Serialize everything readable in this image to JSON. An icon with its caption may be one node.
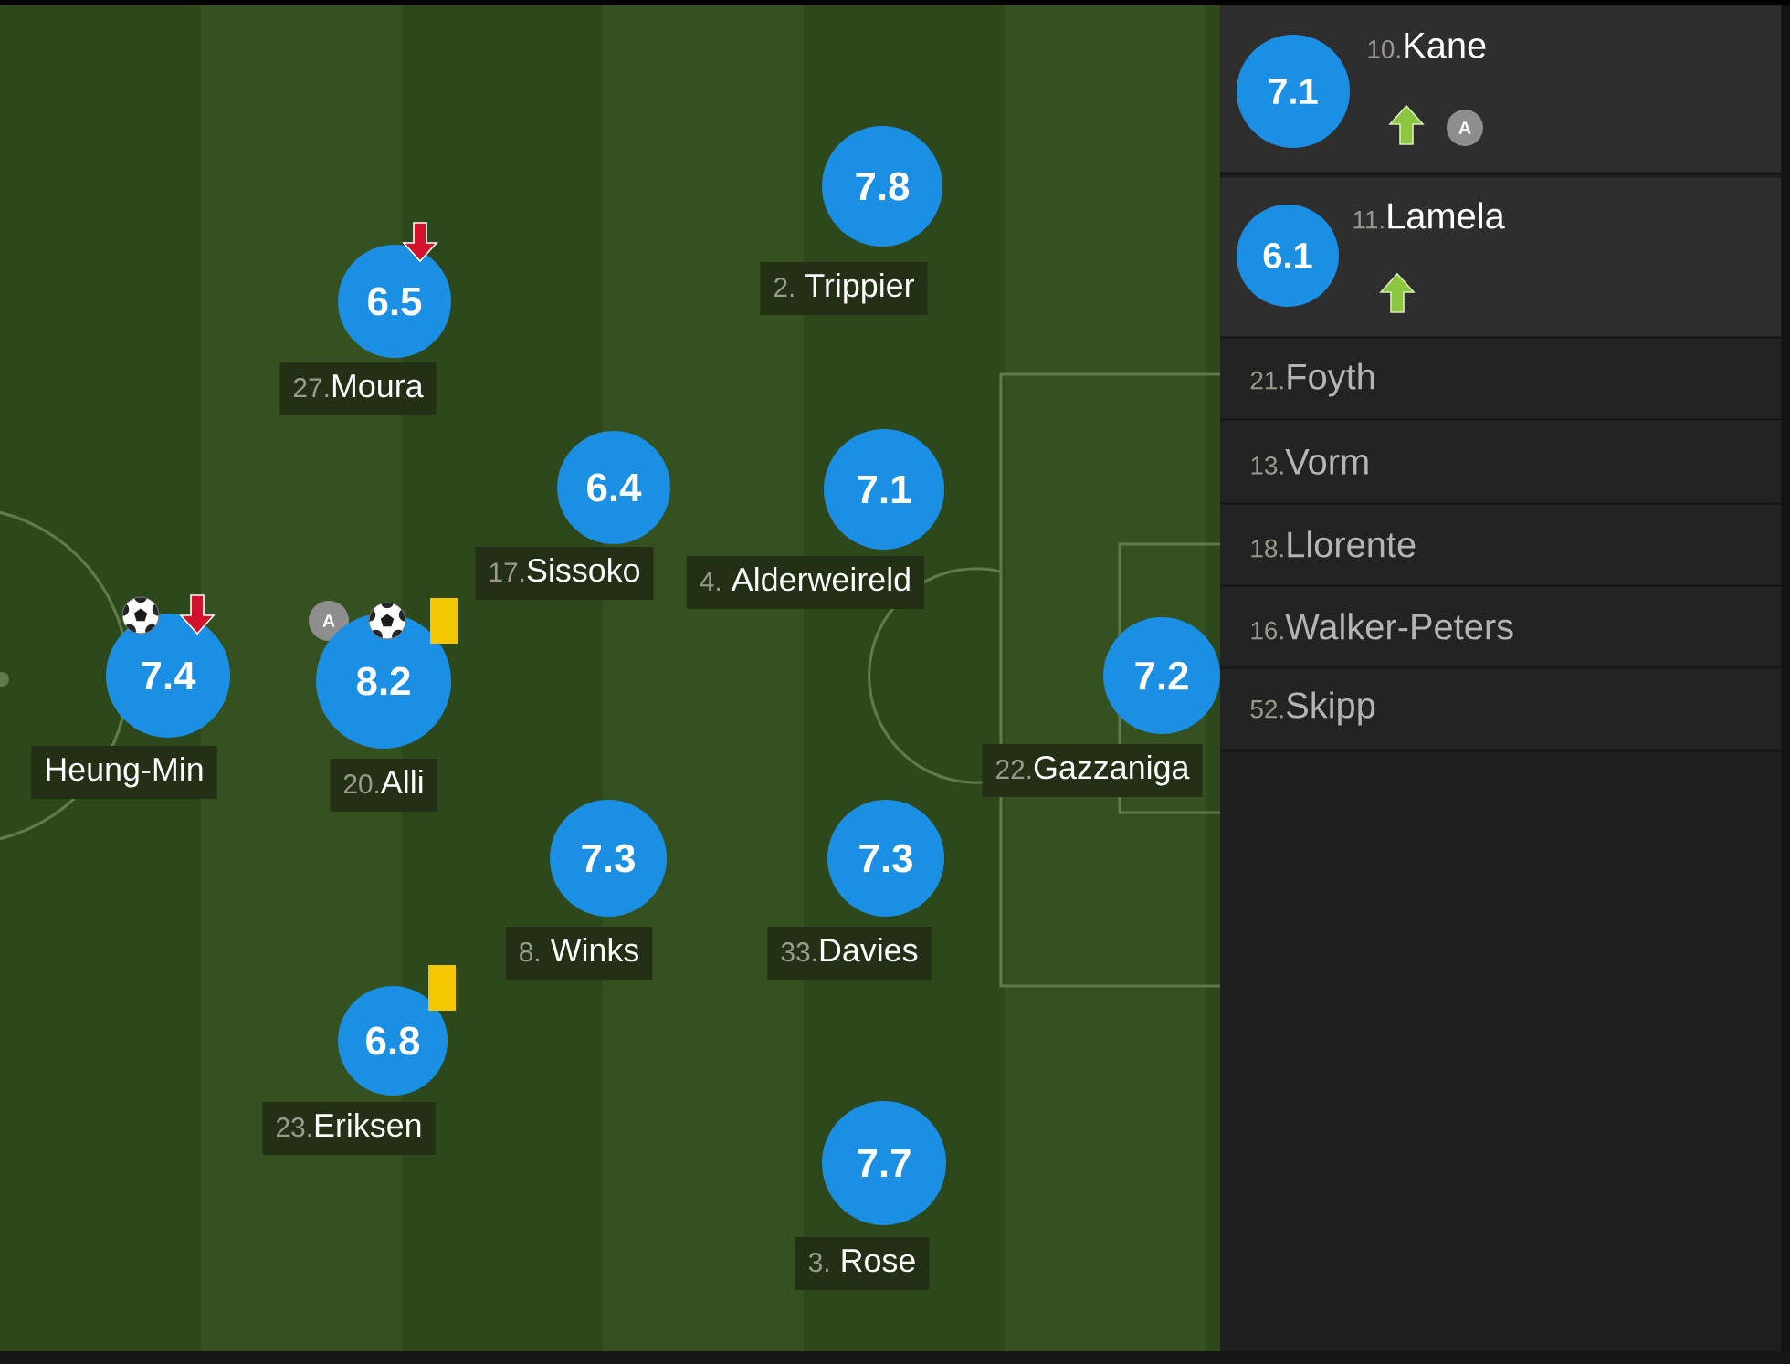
{
  "diagram": {
    "nodes": [
      {
        "text": [
          "7.8"
        ],
        "beside": [
          "2.",
          "Trippier"
        ]
      },
      {
        "text": [
          "6.5"
        ],
        "beside": [
          "27.",
          "Moura"
        ]
      },
      {
        "text": [
          "6.4"
        ],
        "beside": [
          "17.",
          "Sissoko"
        ]
      },
      {
        "text": [
          "7.1"
        ],
        "beside": [
          "4.",
          "Alderweireld"
        ]
      },
      {
        "text": [
          "7.4"
        ],
        "beside": [
          "Heung-Min"
        ]
      },
      {
        "text": [
          "A"
        ]
      },
      {
        "text": [
          "8.2"
        ],
        "beside": [
          "20.",
          "Alli"
        ]
      },
      {
        "text": [
          "7.2"
        ],
        "beside": [
          "22.",
          "Gazzaniga"
        ]
      },
      {
        "text": [
          "7.3"
        ],
        "beside": [
          "8.",
          "Winks"
        ]
      },
      {
        "text": [
          "7.3"
        ],
        "beside": [
          "33.",
          "Davies"
        ]
      },
      {
        "text": [
          "6.8"
        ],
        "beside": [
          "23.",
          "Eriksen"
        ]
      },
      {
        "text": [
          "7.7"
        ],
        "beside": [
          "3.",
          "Rose"
        ]
      },
      {
        "text": [
          "10.",
          "Kane"
        ]
      },
      {
        "text": [
          "7.1"
        ],
        "in": 12
      },
      {
        "text": [
          "A"
        ],
        "in": 12
      },
      {
        "text": [
          "11.",
          "Lamela"
        ]
      },
      {
        "text": [
          "6.1"
        ],
        "in": 15
      },
      {
        "text": [
          "21.",
          "Foyth"
        ]
      },
      {
        "text": [
          "13.",
          "Vorm"
        ]
      },
      {
        "text": [
          "18.",
          "Llorente"
        ]
      },
      {
        "text": [
          "16.",
          "Walker-Peters"
        ]
      },
      {
        "text": [
          "52.",
          "Skipp"
        ]
      }
    ]
  }
}
